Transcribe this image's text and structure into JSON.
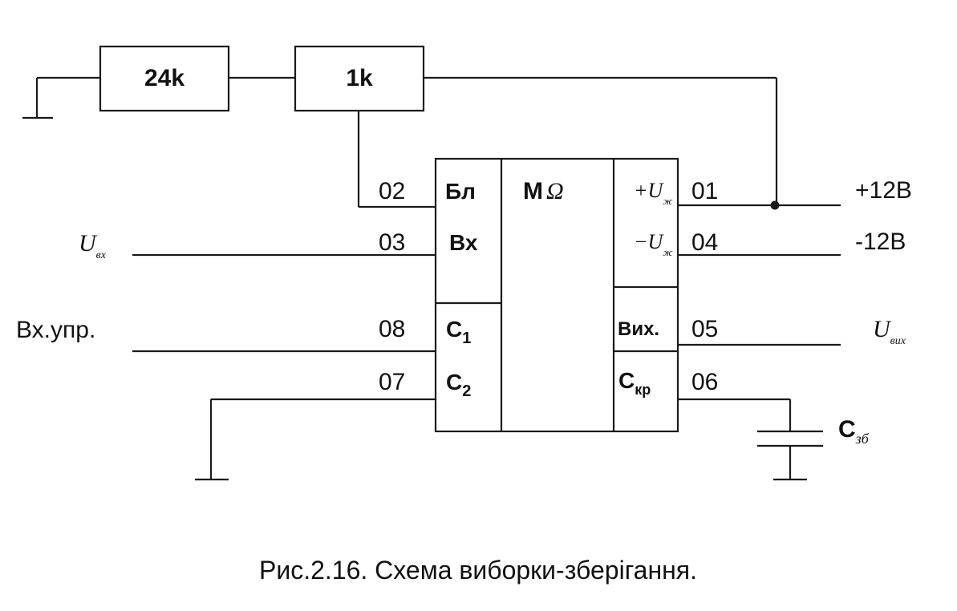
{
  "resistors": {
    "r1": "24k",
    "r2": "1k"
  },
  "chip": {
    "name": "M",
    "name_symbol": "Ω",
    "left_pins": [
      {
        "num": "02",
        "label": "Бл"
      },
      {
        "num": "03",
        "label": "Вх"
      },
      {
        "num": "08",
        "label": "C",
        "sub": "1"
      },
      {
        "num": "07",
        "label": "C",
        "sub": "2"
      }
    ],
    "right_pins": [
      {
        "num": "01",
        "label_pre": "+U",
        "label_sub": "ж"
      },
      {
        "num": "04",
        "label_pre": "−U",
        "label_sub": "ж"
      },
      {
        "num": "05",
        "label": "Вих."
      },
      {
        "num": "06",
        "label": "C",
        "sub": "кр"
      }
    ]
  },
  "external": {
    "supply_pos": "+12В",
    "supply_neg": "-12В",
    "input_u": "U",
    "input_u_sub": "вх",
    "control": "Вх.упр.",
    "output_u": "U",
    "output_u_sub": "вих",
    "cap": "C",
    "cap_sub": "зб"
  },
  "caption": "Рис.2.16. Схема виборки-зберігання."
}
